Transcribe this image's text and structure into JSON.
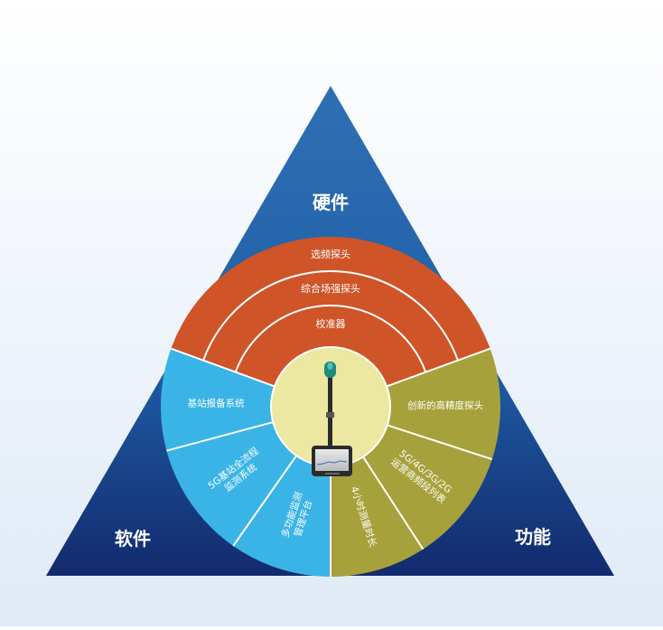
{
  "diagram": {
    "corners": {
      "top": "硬件",
      "left": "软件",
      "right": "功能"
    },
    "hardware_rings": [
      "选频探头",
      "综合场强探头",
      "校准器"
    ],
    "software_items": [
      [
        "基站报备系统"
      ],
      [
        "5G基站全流程",
        "监测系统"
      ],
      [
        "多功能监测",
        "管理平台"
      ]
    ],
    "function_items": [
      [
        "创新的高精度探头"
      ],
      [
        "5G/4G/3G/2G",
        "运营商频段列表"
      ],
      [
        "4小时测量时长"
      ]
    ],
    "colors": {
      "triangle_top": "#2f6fb3",
      "triangle_bottom": "#132a6e",
      "hardware": "#cf5428",
      "software": "#3ab4e6",
      "function": "#a6a13b",
      "center": "#ece7a1",
      "device_body": "#2b2b2b",
      "antenna_tip": "#1f8a7c"
    }
  }
}
